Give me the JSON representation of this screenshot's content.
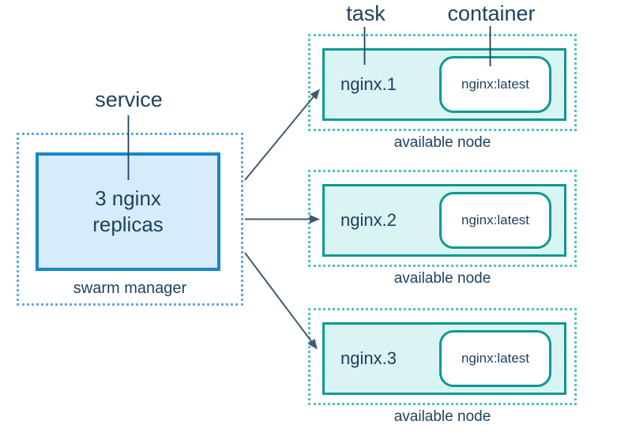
{
  "labels": {
    "service": "service",
    "task": "task",
    "container": "container"
  },
  "manager": {
    "title": "3 nginx replicas",
    "caption": "swarm manager"
  },
  "nodes": [
    {
      "task_name": "nginx.1",
      "container_image": "nginx:latest",
      "caption": "available node"
    },
    {
      "task_name": "nginx.2",
      "container_image": "nginx:latest",
      "caption": "available node"
    },
    {
      "task_name": "nginx.3",
      "container_image": "nginx:latest",
      "caption": "available node"
    }
  ],
  "colors": {
    "blue_dotted": "#63a8da",
    "blue_border": "#1787c8",
    "blue_fill": "#d6ecfa",
    "teal_dotted": "#4fc3be",
    "teal_border": "#0b9a94",
    "teal_fill": "#d9f4f3",
    "text": "#1f4160",
    "arrow": "#44596c"
  }
}
